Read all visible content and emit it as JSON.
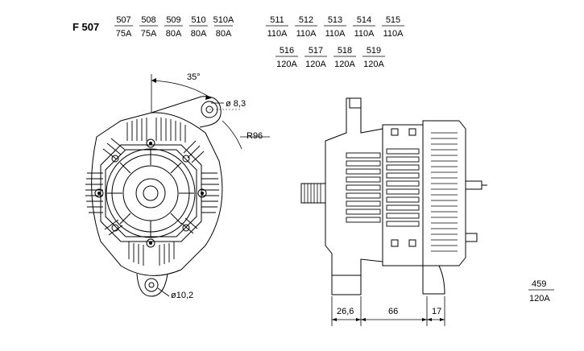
{
  "header": {
    "title": "F 507",
    "variants_row1": [
      {
        "code": "507",
        "amp": "75A"
      },
      {
        "code": "508",
        "amp": "75A"
      },
      {
        "code": "509",
        "amp": "80A"
      },
      {
        "code": "510",
        "amp": "80A"
      },
      {
        "code": "510A",
        "amp": "80A"
      }
    ],
    "variants_row2": [
      {
        "code": "511",
        "amp": "110A"
      },
      {
        "code": "512",
        "amp": "110A"
      },
      {
        "code": "513",
        "amp": "110A"
      },
      {
        "code": "514",
        "amp": "110A"
      },
      {
        "code": "515",
        "amp": "110A"
      }
    ],
    "variants_row3": [
      {
        "code": "516",
        "amp": "120A"
      },
      {
        "code": "517",
        "amp": "120A"
      },
      {
        "code": "518",
        "amp": "120A"
      },
      {
        "code": "519",
        "amp": "120A"
      }
    ]
  },
  "front_view": {
    "angle_label": "35°",
    "hole_top_label": "ø 8,3",
    "radius_label": "R96",
    "hole_bottom_label": "ø10,2"
  },
  "side_view": {
    "dims": [
      "26,6",
      "66",
      "17"
    ]
  },
  "corner": {
    "code": "459",
    "amp": "120A"
  }
}
